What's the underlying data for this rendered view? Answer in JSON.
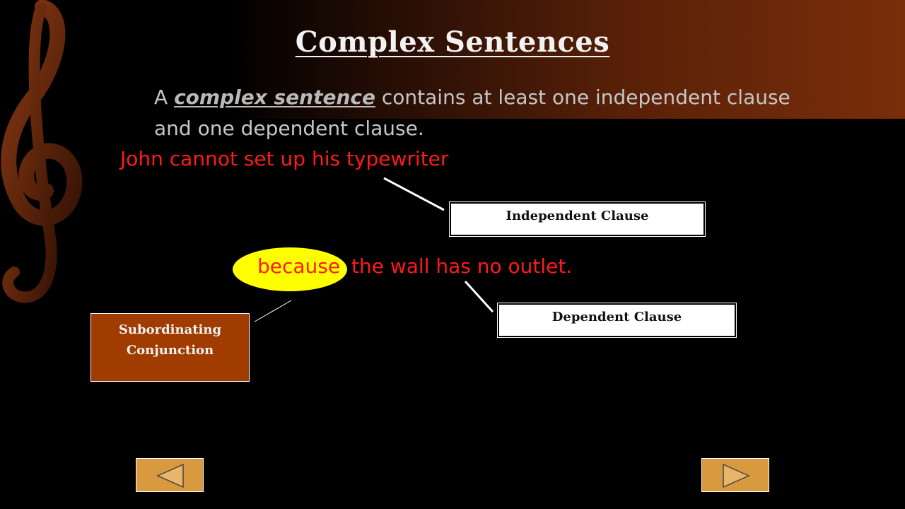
{
  "slide": {
    "title": "Complex Sentences",
    "definition": {
      "prefix": "A ",
      "term": "complex sentence",
      "suffix": " contains at least one independent clause and one dependent clause."
    }
  },
  "example": {
    "independent_clause": "John cannot set up his typewriter",
    "conjunction": "because",
    "dependent_clause": "the wall has no outlet."
  },
  "labels": {
    "independent": "Independent Clause",
    "dependent": "Dependent Clause",
    "subordinating_line1": "Subordinating",
    "subordinating_line2": "Conjunction"
  },
  "navigation": {
    "previous_icon": "triangle-left-icon",
    "next_icon": "triangle-right-icon"
  },
  "colors": {
    "example_text": "#ff1a1a",
    "highlight": "#ffff00",
    "subordinating_box": "#a03c00",
    "nav_button": "#d99a3f"
  }
}
